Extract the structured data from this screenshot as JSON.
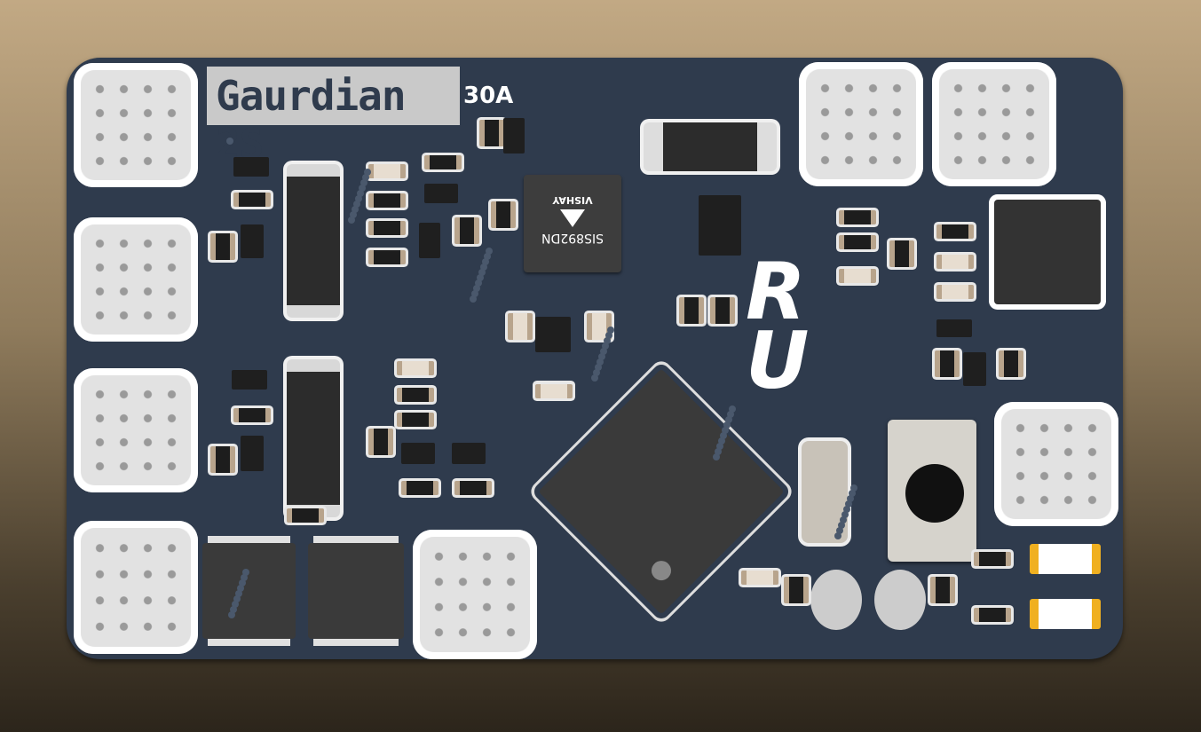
{
  "board": {
    "title": "Gaurdian 2S",
    "rating": "30A",
    "logo": "RU"
  },
  "chip": {
    "part": "SIS892DN",
    "maker": "VISHAY"
  },
  "colors": {
    "board": "#2f3b4d",
    "pad": "#f4f4f4",
    "label_bg": "#c9c9c9"
  }
}
